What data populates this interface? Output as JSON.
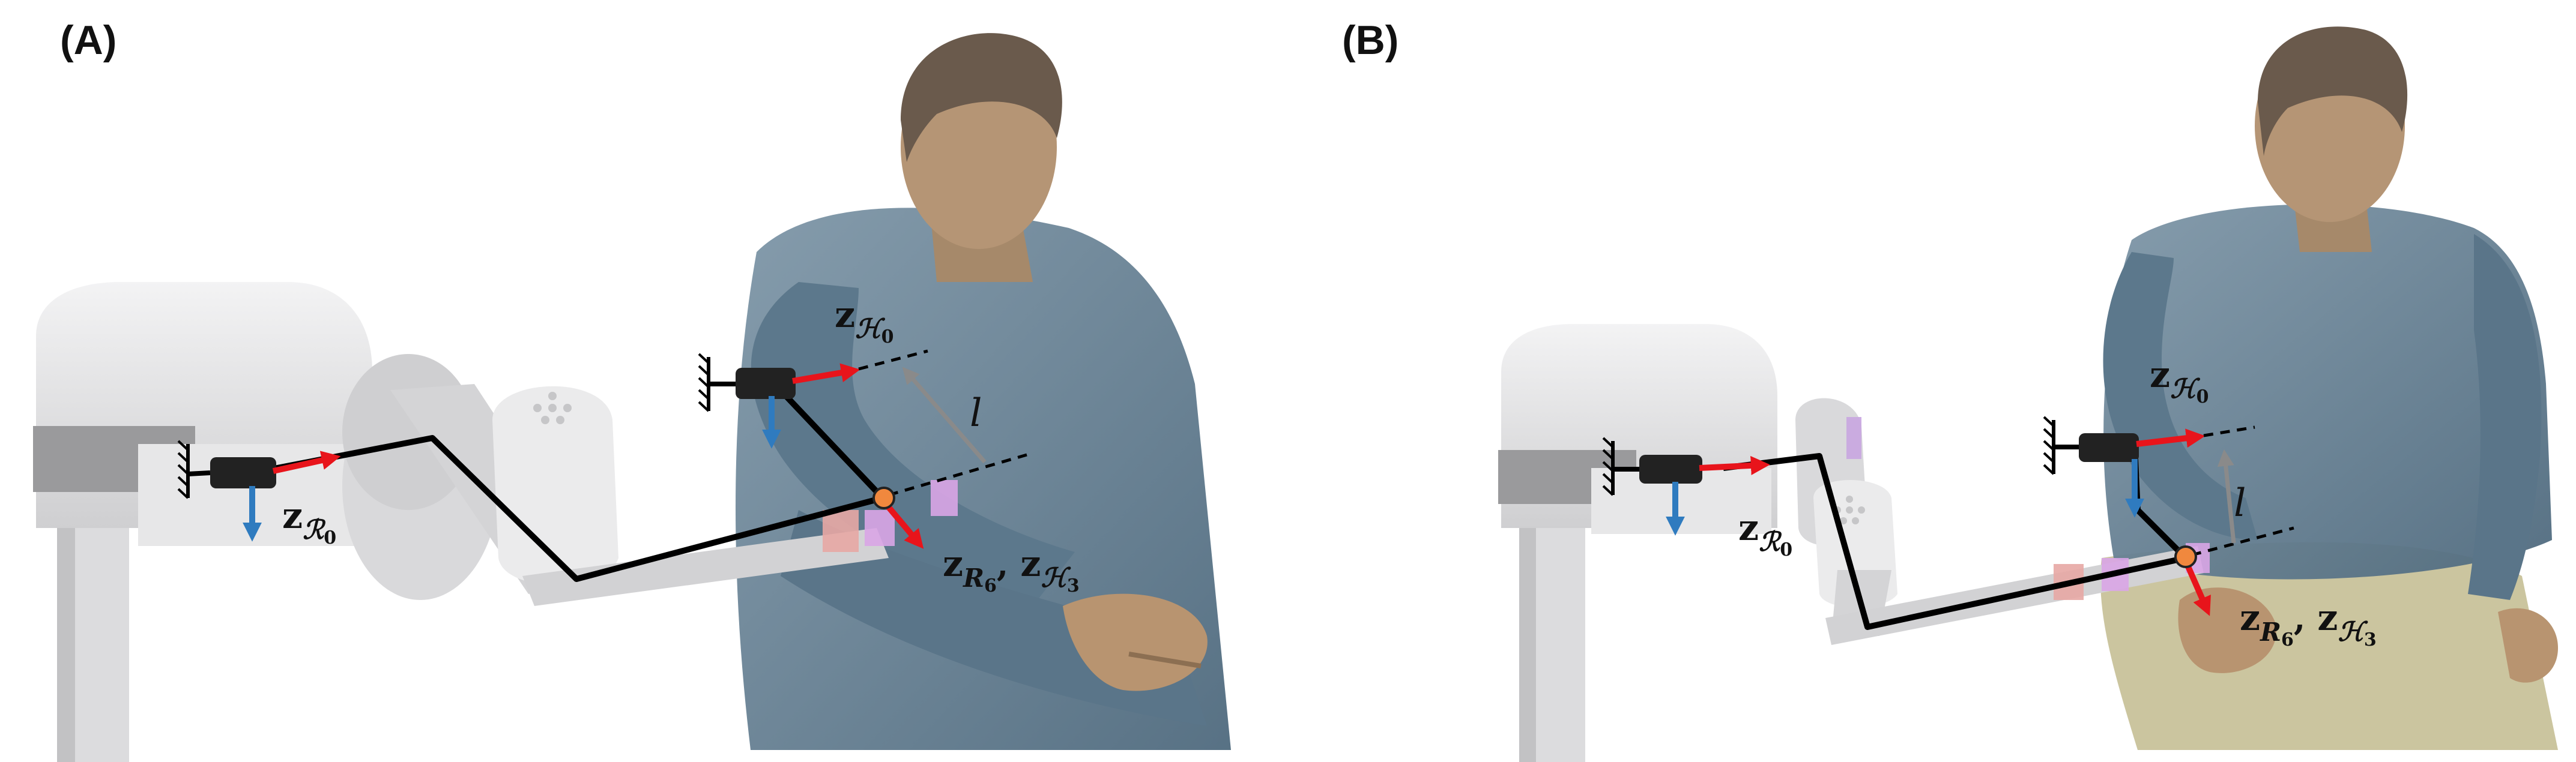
{
  "panels": [
    {
      "label": "(A)",
      "labels": {
        "z_h0_main": "z",
        "z_h0_sub": "ℋ",
        "z_h0_subsub": "0",
        "z_r0_main": "z",
        "z_r0_sub": "ℛ",
        "z_r0_subsub": "0",
        "z_r6_main": "z",
        "z_r6_sub": "R",
        "z_r6_subsub": "6",
        "comma": ",",
        "z_h3_main": "z",
        "z_h3_sub": "ℋ",
        "z_h3_subsub": "3",
        "length": "l"
      }
    },
    {
      "label": "(B)",
      "labels": {
        "z_h0_main": "z",
        "z_h0_sub": "ℋ",
        "z_h0_subsub": "0",
        "z_r0_main": "z",
        "z_r0_sub": "ℛ",
        "z_r0_subsub": "0",
        "z_r6_main": "z",
        "z_r6_sub": "R",
        "z_r6_subsub": "6",
        "comma": ",",
        "z_h3_main": "z",
        "z_h3_sub": "ℋ",
        "z_h3_subsub": "3",
        "length": "l"
      }
    }
  ],
  "colors": {
    "axis_red": "#e8141b",
    "axis_blue": "#2f7bbf",
    "joint_orange": "#f0883e",
    "link_black": "#000000",
    "shirt": "#5f7c91",
    "skin": "#b79470",
    "hair": "#6a5a4c",
    "robot_light": "#e9e9ea",
    "robot_mid": "#cfcfd1",
    "robot_dark": "#8c8c8e",
    "pants": "#c8c29a"
  }
}
